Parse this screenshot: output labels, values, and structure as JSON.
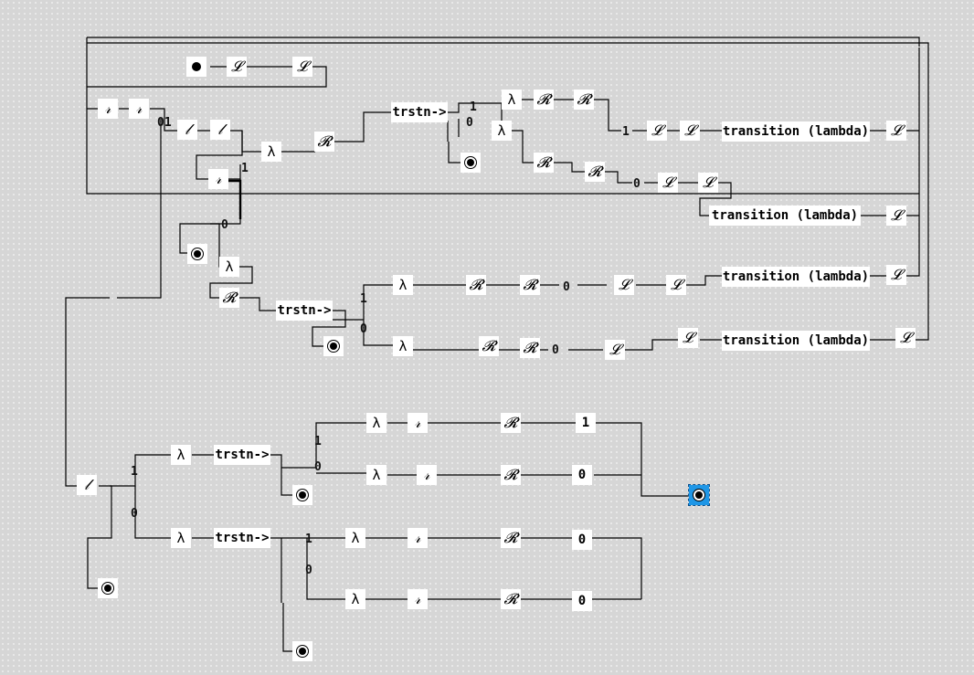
{
  "symbols": {
    "L": "𝓛",
    "R": "𝓡",
    "r": "𝓇",
    "l": "𝓁",
    "lambda": "λ",
    "trstn": "trstn->",
    "transition": "transition (lambda)",
    "one": "1",
    "zero": "0",
    "zero_one": "01"
  }
}
